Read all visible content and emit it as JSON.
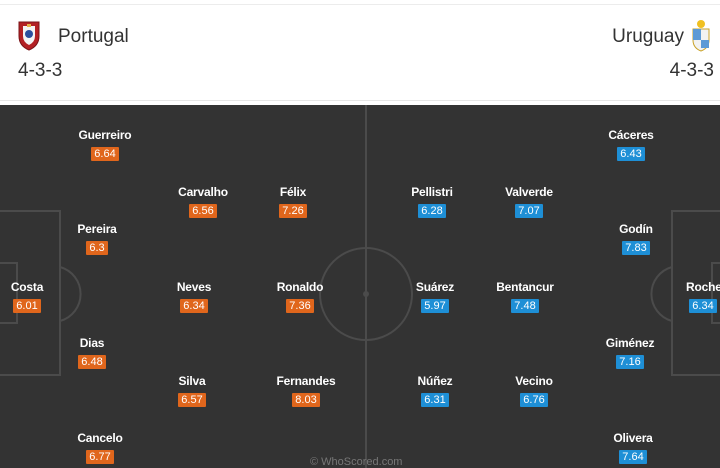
{
  "home": {
    "team": "Portugal",
    "formation": "4-3-3",
    "crest_icon": "portugal-crest-icon",
    "players": [
      {
        "name": "Guerreiro",
        "rating": "6.64"
      },
      {
        "name": "Carvalho",
        "rating": "6.56"
      },
      {
        "name": "Félix",
        "rating": "7.26"
      },
      {
        "name": "Pereira",
        "rating": "6.3"
      },
      {
        "name": "Costa",
        "rating": "6.01"
      },
      {
        "name": "Neves",
        "rating": "6.34"
      },
      {
        "name": "Ronaldo",
        "rating": "7.36"
      },
      {
        "name": "Dias",
        "rating": "6.48"
      },
      {
        "name": "Silva",
        "rating": "6.57"
      },
      {
        "name": "Fernandes",
        "rating": "8.03"
      },
      {
        "name": "Cancelo",
        "rating": "6.77"
      }
    ]
  },
  "away": {
    "team": "Uruguay",
    "formation": "4-3-3",
    "crest_icon": "uruguay-crest-icon",
    "players": [
      {
        "name": "Cáceres",
        "rating": "6.43"
      },
      {
        "name": "Pellistri",
        "rating": "6.28"
      },
      {
        "name": "Valverde",
        "rating": "7.07"
      },
      {
        "name": "Godín",
        "rating": "7.83"
      },
      {
        "name": "Suárez",
        "rating": "5.97"
      },
      {
        "name": "Bentancur",
        "rating": "7.48"
      },
      {
        "name": "Rochet",
        "rating": "6.34"
      },
      {
        "name": "Giménez",
        "rating": "7.16"
      },
      {
        "name": "Núñez",
        "rating": "6.31"
      },
      {
        "name": "Vecino",
        "rating": "6.76"
      },
      {
        "name": "Olivera",
        "rating": "7.64"
      }
    ]
  },
  "colors": {
    "pitch": "#333333",
    "home_rating": "#e0661c",
    "away_rating": "#1e8fd6"
  },
  "watermark": "© WhoScored.com"
}
